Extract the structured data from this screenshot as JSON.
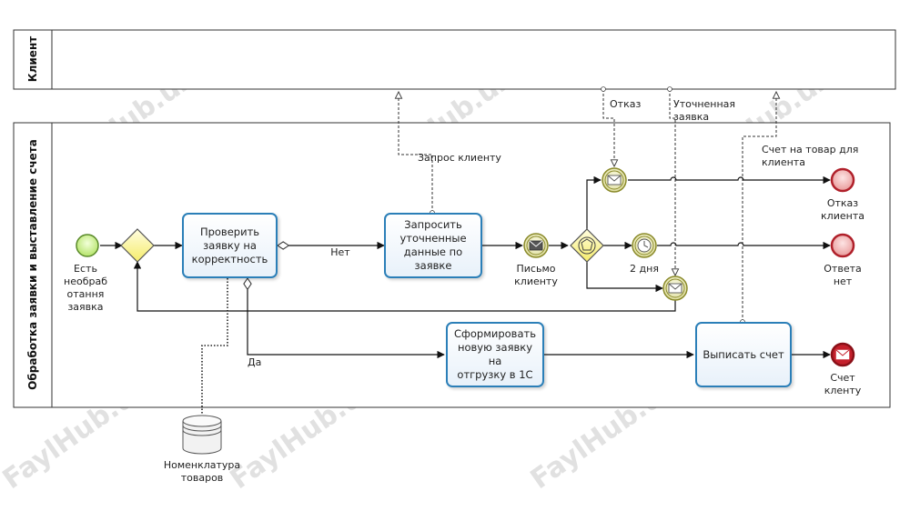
{
  "pools": {
    "client": {
      "title": "Клиент"
    },
    "process": {
      "title": "Обработка заявки и выставление счета"
    }
  },
  "tasks": {
    "check": "Проверить\nзаявку на\nкорректность",
    "request": "Запросить\nуточненные\nданные по\nзаявке",
    "form": "Сформировать\nновую заявку на\nотгрузку в 1С",
    "invoice": "Выписать счет"
  },
  "events": {
    "start": "Есть\nнеобраб\nотання\nзаявка",
    "letter": "Письмо\nклиенту",
    "timer": "2 дня",
    "end_refusal": "Отказ\nклиента",
    "end_noanswer": "Ответа\nнет",
    "end_invoice": "Счет\nкленту"
  },
  "flows": {
    "no": "Нет",
    "yes": "Да"
  },
  "messages": {
    "request_client": "Запрос клиенту",
    "refusal": "Отказ",
    "clarified": "Уточненная заявка",
    "invoice_client": "Счет на товар для клиента"
  },
  "data_store": {
    "label": "Номенклатура\nтоваров"
  },
  "watermark": "FaylHub.uz",
  "colors": {
    "task_border": "#2b7fb8",
    "start_fill": "#c8f08c",
    "end_fill": "#f2b7b7",
    "end_stroke": "#b0202a",
    "intermediate_stroke": "#8a8a2a",
    "gateway_fill": "#fbf6a0"
  }
}
